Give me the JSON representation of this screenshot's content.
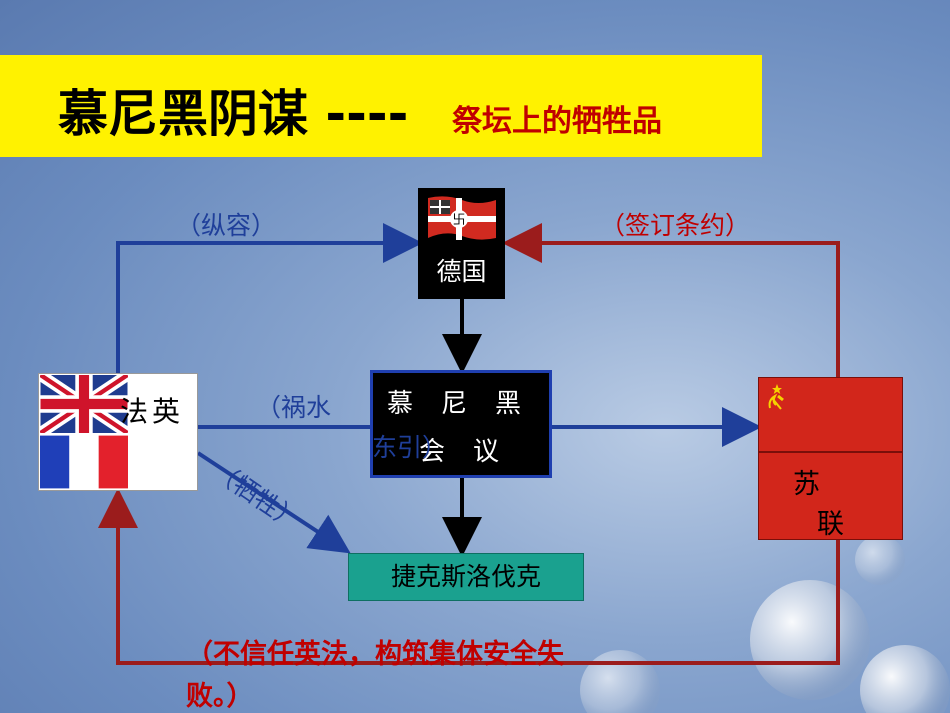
{
  "title": {
    "main": "慕尼黑阴谋 ----",
    "sub": "祭坛上的牺牲品"
  },
  "nodes": {
    "germany": "德国",
    "munich_line1": "慕尼黑",
    "munich_line2": "会议",
    "czech": "捷克斯洛伐克",
    "uk_fr": "法英",
    "ussr_line1": "苏",
    "ussr_line2": "联"
  },
  "edges": {
    "appeasement": "（纵容）",
    "sign_treaty": "（签订条约）",
    "disaster_east_a": "（祸水",
    "disaster_east_b": "东引）",
    "sacrifice": "（牺牲）",
    "distrust_line1": "（不信任英法，构筑集体安全失",
    "distrust_line2": "败。）"
  },
  "colors": {
    "title_bg": "#fff200",
    "title_sub": "#c00000",
    "blue_arrow": "#1f3f9a",
    "red_arrow": "#9b1c1c",
    "czech_box": "#1aa18f",
    "ussr_flag": "#d2261b"
  },
  "icons": {
    "germany_flag": "german-war-ensign-flag-icon",
    "uk_flag": "union-jack-flag-icon",
    "france_flag": "french-tricolour-flag-icon",
    "ussr_emblem": "hammer-and-sickle-icon"
  }
}
